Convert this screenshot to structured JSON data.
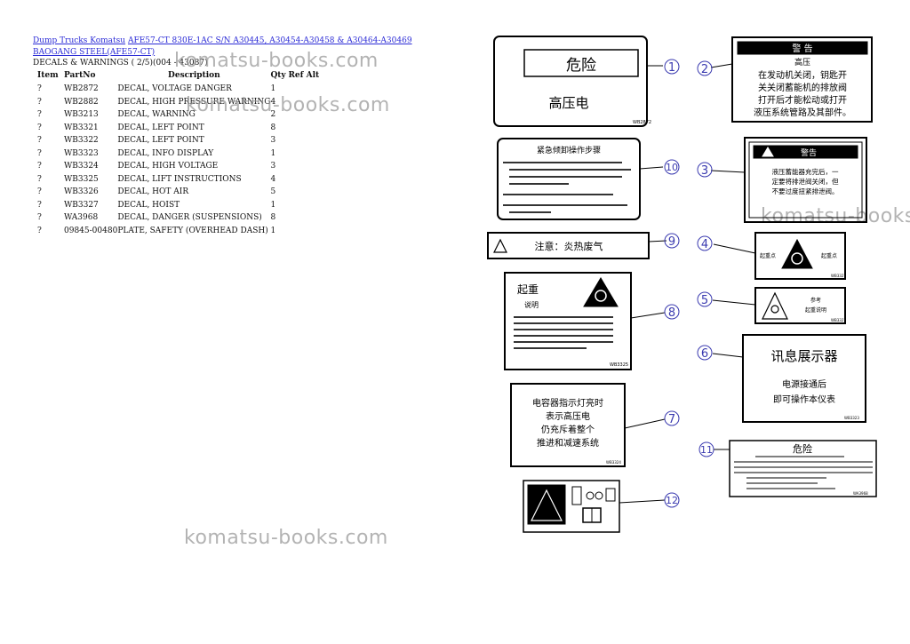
{
  "header": {
    "link1": "Dump Trucks Komatsu",
    "link2": "AFE57-CT 830E-1AC S/N A30445, A30454-A30458 & A30464-A30469",
    "link3": "BAOGANG STEEL(AFE57-CT)",
    "subtitle": "DECALS & WARNINGS ( 2/5)(004 - 43087)"
  },
  "table": {
    "columns": [
      "Item",
      "PartNo",
      "Description",
      "Qty",
      "Ref Alt"
    ],
    "rows": [
      {
        "item": "?",
        "part": "WB2872",
        "desc": "DECAL, VOLTAGE DANGER",
        "qty": "1"
      },
      {
        "item": "?",
        "part": "WB2882",
        "desc": "DECAL, HIGH PRESSURE WARNING",
        "qty": "4"
      },
      {
        "item": "?",
        "part": "WB3213",
        "desc": "DECAL, WARNING",
        "qty": "2"
      },
      {
        "item": "?",
        "part": "WB3321",
        "desc": "DECAL, LEFT POINT",
        "qty": "8"
      },
      {
        "item": "?",
        "part": "WB3322",
        "desc": "DECAL, LEFT POINT",
        "qty": "3"
      },
      {
        "item": "?",
        "part": "WB3323",
        "desc": "DECAL, INFO DISPLAY",
        "qty": "1"
      },
      {
        "item": "?",
        "part": "WB3324",
        "desc": "DECAL, HIGH VOLTAGE",
        "qty": "3"
      },
      {
        "item": "?",
        "part": "WB3325",
        "desc": "DECAL, LIFT INSTRUCTIONS",
        "qty": "4"
      },
      {
        "item": "?",
        "part": "WB3326",
        "desc": "DECAL, HOT AIR",
        "qty": "5"
      },
      {
        "item": "?",
        "part": "WB3327",
        "desc": "DECAL, HOIST",
        "qty": "1"
      },
      {
        "item": "?",
        "part": "WA3968",
        "desc": "DECAL, DANGER (SUSPENSIONS)",
        "qty": "8"
      },
      {
        "item": "?",
        "part": "09845-00480",
        "desc": "PLATE, SAFETY (OVERHEAD DASH)",
        "qty": "1"
      }
    ]
  },
  "watermark": "komatsu-books.com",
  "watermark_short": "komatsu-books",
  "drawing": {
    "callouts": [
      "1",
      "2",
      "3",
      "4",
      "5",
      "6",
      "7",
      "8",
      "9",
      "10",
      "11",
      "12"
    ],
    "decal1": {
      "title": "危险",
      "text": "高压电",
      "code": "WB2872"
    },
    "decal2": {
      "header": "警 告",
      "sub": "高压",
      "l1": "在发动机关闭，钥匙开",
      "l2": "关关闭蓄能机的排放阀",
      "l3": "打开后才能松动或打开",
      "l4": "液压系统管路及其部件。"
    },
    "decal3": {
      "header": "警告",
      "l1": "液压蓄能器充完后，一",
      "l2": "定要将排泄阀关闭，但",
      "l3": "不要过度扭紧排泄阀。"
    },
    "decal10": {
      "title": "紧急倾卸操作步骤"
    },
    "decal9": {
      "text": "注意：炎热废气"
    },
    "decal8": {
      "title": "起重",
      "sub": "说明",
      "code": "WB3325"
    },
    "decal6": {
      "l1": "讯息展示器",
      "l2": "电源接通后",
      "l3": "即可操作本仪表",
      "code": "WB3323"
    },
    "decal7": {
      "l1": "电容器指示灯亮时",
      "l2": "表示高压电",
      "l3": "仍充斥着整个",
      "l4": "推进和减速系统",
      "code": "WB3324"
    },
    "decal11": {
      "title": "危险",
      "code": "WA3968"
    },
    "decal4": {
      "left": "起重点",
      "right": "起重点",
      "code": "WB3321"
    },
    "decal5": {
      "l1": "参考",
      "l2": "起重说明",
      "code": "WB3327"
    }
  }
}
